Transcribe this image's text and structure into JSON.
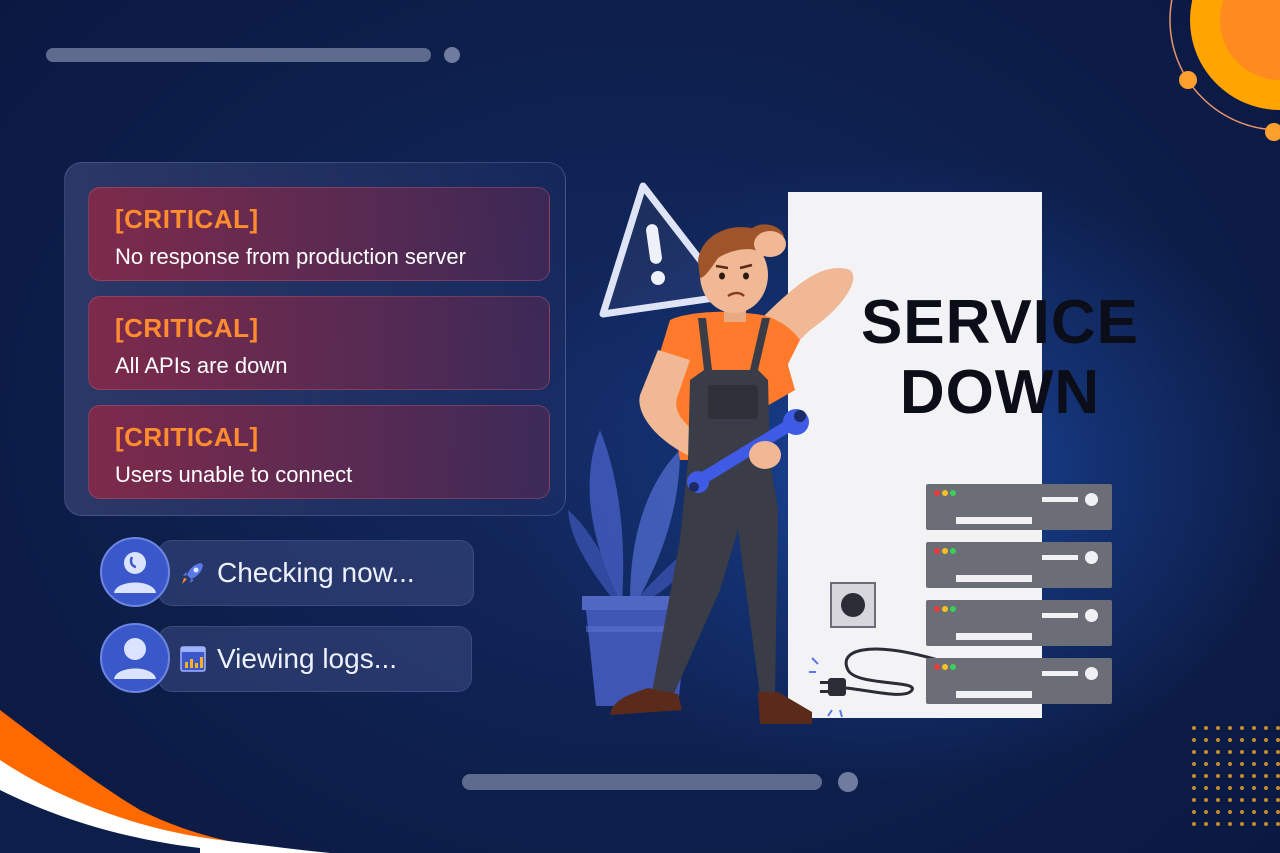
{
  "alerts": [
    {
      "severity": "[CRITICAL]",
      "message": "No response from production server"
    },
    {
      "severity": "[CRITICAL]",
      "message": "All APIs are down"
    },
    {
      "severity": "[CRITICAL]",
      "message": "Users unable to connect"
    }
  ],
  "status_items": [
    {
      "label": "Checking now...",
      "icon": "rocket-icon"
    },
    {
      "label": "Viewing logs...",
      "icon": "log-window-icon"
    }
  ],
  "poster": {
    "line1": "SERVICE",
    "line2": "DOWN"
  },
  "colors": {
    "background": "#0d1e4a",
    "accent_orange": "#ff8c2e",
    "alert_red": "#8c2846",
    "avatar_blue": "#3a58c9"
  }
}
